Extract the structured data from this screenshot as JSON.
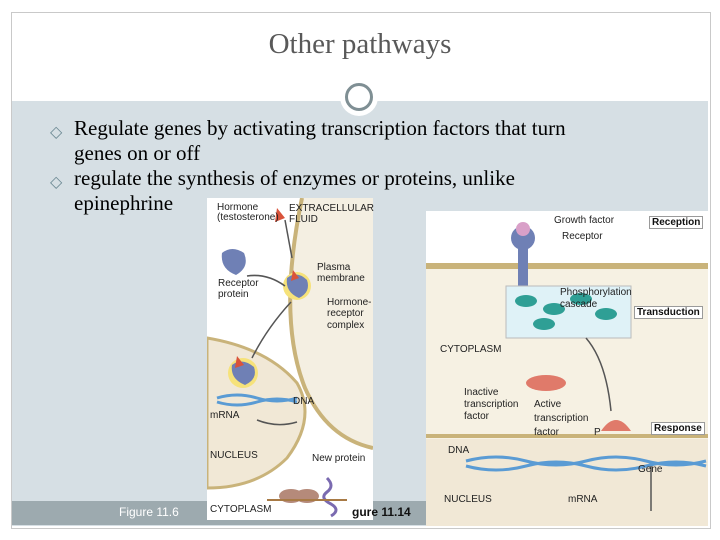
{
  "slide": {
    "title": "Other pathways",
    "bullets": [
      {
        "line1": "Regulate genes by activating transcription factors that turn",
        "line2": "genes on or off"
      },
      {
        "line1": "regulate the synthesis of enzymes or proteins, unlike",
        "line2": "epinephrine"
      }
    ]
  },
  "figure_left": {
    "hormone_label": "Hormone",
    "testosterone_label": "(testosterone)",
    "extracellular_label": "EXTRACELLULAR",
    "fluid_label": "FLUID",
    "plasma_label": "Plasma",
    "membrane_label": "membrane",
    "receptor_label": "Receptor",
    "protein_label": "protein",
    "hormone_receptor_label": "Hormone-",
    "receptor_word": "receptor",
    "complex_label": "complex",
    "dna_label": "DNA",
    "mrna_label": "mRNA",
    "nucleus_label": "NUCLEUS",
    "new_protein_label": "New protein",
    "cytoplasm_label": "CYTOPLASM",
    "figure_caption": "Figure 11.6"
  },
  "figure_right": {
    "growth_factor_label": "Growth factor",
    "receptor_label": "Receptor",
    "reception_tag": "Reception",
    "phosphorylation_label": "Phosphorylation",
    "cascade_label": "cascade",
    "transduction_tag": "Transduction",
    "cytoplasm_label": "CYTOPLASM",
    "inactive_label": "Inactive",
    "transcription_label": "transcription",
    "factor_label": "factor",
    "active_label": "Active",
    "active_transcription_label": "transcription",
    "active_factor_label": "factor",
    "p_label": "P",
    "response_tag": "Response",
    "dna_label": "DNA",
    "gene_label": "Gene",
    "nucleus_label": "NUCLEUS",
    "mrna_label": "mRNA",
    "figure_caption_partial": "gure 11.14"
  }
}
